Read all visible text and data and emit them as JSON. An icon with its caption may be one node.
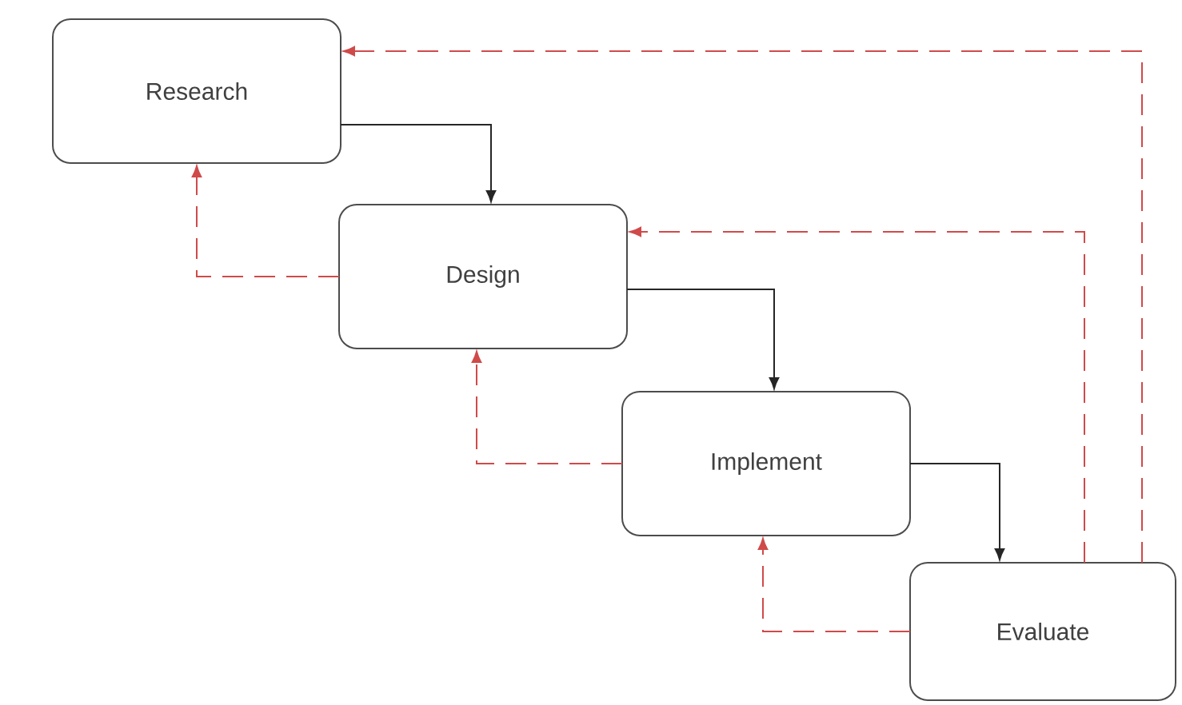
{
  "diagram": {
    "nodes": [
      {
        "text": [
          "Research"
        ]
      },
      {
        "text": [
          "Design"
        ]
      },
      {
        "text": [
          "Implement"
        ]
      },
      {
        "text": [
          "Evaluate"
        ]
      }
    ],
    "edges": [
      {
        "from": 0,
        "to": 1,
        "arrow": "to",
        "color": "#262626"
      },
      {
        "from": 1,
        "to": 2,
        "arrow": "to",
        "color": "#262626"
      },
      {
        "from": 2,
        "to": 3,
        "arrow": "to",
        "color": "#262626"
      },
      {
        "from": 1,
        "to": 0,
        "arrow": "to",
        "style": "dashed",
        "color": "#d04a4a"
      },
      {
        "from": 2,
        "to": 1,
        "arrow": "to",
        "style": "dashed",
        "color": "#d04a4a"
      },
      {
        "from": 3,
        "to": 2,
        "arrow": "to",
        "style": "dashed",
        "color": "#d04a4a"
      },
      {
        "from": 3,
        "to": 1,
        "arrow": "to",
        "style": "dashed",
        "color": "#d04a4a"
      },
      {
        "from": 3,
        "to": 0,
        "arrow": "to",
        "style": "dashed",
        "color": "#d04a4a"
      }
    ]
  }
}
